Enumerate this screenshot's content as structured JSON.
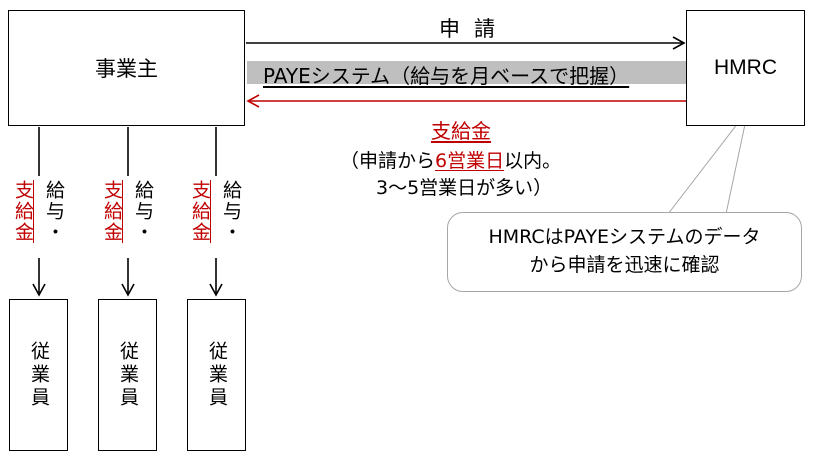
{
  "employer": {
    "label": "事業主"
  },
  "hmrc": {
    "label": "HMRC"
  },
  "flow": {
    "apply_label": "申請",
    "paye_label": "PAYEシステム（給与を月ベースで把握）",
    "subsidy_label": "支給金",
    "note_line1_before": "（申請から",
    "note_line1_highlight": "6営業日",
    "note_line1_after": "以内。",
    "note_line2": "3〜5営業日が多い）"
  },
  "branches": [
    {
      "red_label": "支給金",
      "black_label": "給与・"
    },
    {
      "red_label": "支給金",
      "black_label": "給与・"
    },
    {
      "red_label": "支給金",
      "black_label": "給与・"
    }
  ],
  "employees": [
    {
      "label": "従業員"
    },
    {
      "label": "従業員"
    },
    {
      "label": "従業員"
    }
  ],
  "callout": {
    "line1": "HMRCはPAYEシステムのデータ",
    "line2": "から申請を迅速に確認"
  },
  "colors": {
    "accent_red": "#c00000",
    "band_gray": "#bfbfbf",
    "callout_border": "#a6a6a6"
  }
}
